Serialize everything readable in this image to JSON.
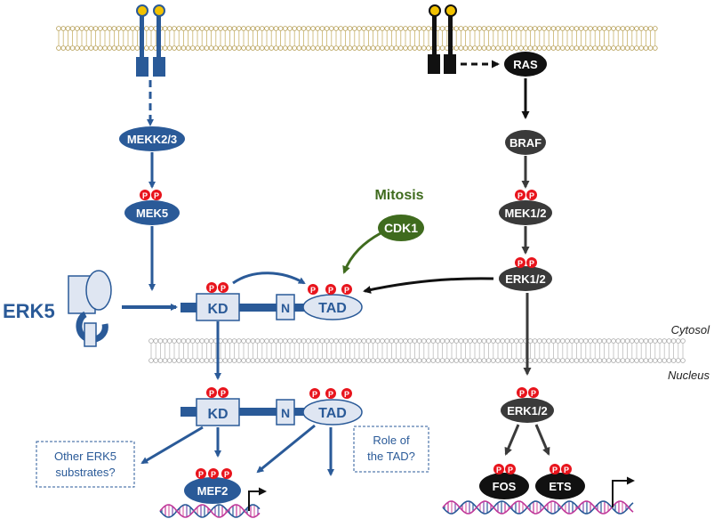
{
  "labels": {
    "erk5": "ERK5",
    "mekk23": "MEKK2/3",
    "mek5": "MEK5",
    "kd_top": "KD",
    "n_top": "N",
    "tad_top": "TAD",
    "kd_bottom": "KD",
    "n_bottom": "N",
    "tad_bottom": "TAD",
    "mitosis": "Mitosis",
    "cdk1": "CDK1",
    "ras": "RAS",
    "braf": "BRAF",
    "mek12": "MEK1/2",
    "erk12_top": "ERK1/2",
    "erk12_bottom": "ERK1/2",
    "fos": "FOS",
    "ets": "ETS",
    "mef2": "MEF2",
    "cytosol": "Cytosol",
    "nucleus": "Nucleus",
    "phospho": "P",
    "other_substrates_line1": "Other ERK5",
    "other_substrates_line2": "substrates?",
    "role_tad_line1": "Role of",
    "role_tad_line2": "the TAD?"
  },
  "colors": {
    "blue": "#2a5a98",
    "light_blue": "#dfe6f2",
    "dark_gray": "#3a3a3a",
    "black": "#111111",
    "green": "#3f6b1e",
    "phospho_red": "#e8141c",
    "membrane": "#c8b26a",
    "nuclear_membrane": "#c9c9c9",
    "ligand": "#f2c200"
  }
}
